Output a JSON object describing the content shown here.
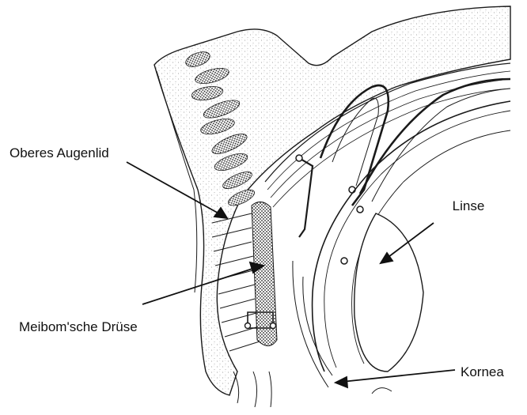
{
  "diagram": {
    "labels": {
      "upper_eyelid": "Oberes Augenlid",
      "meibomian_gland": "Meibom'sche Drüse",
      "lens": "Linse",
      "cornea": "Kornea"
    },
    "colors": {
      "ink": "#1a1a1a",
      "stipple": "#9a9a9a",
      "background": "#ffffff"
    }
  }
}
